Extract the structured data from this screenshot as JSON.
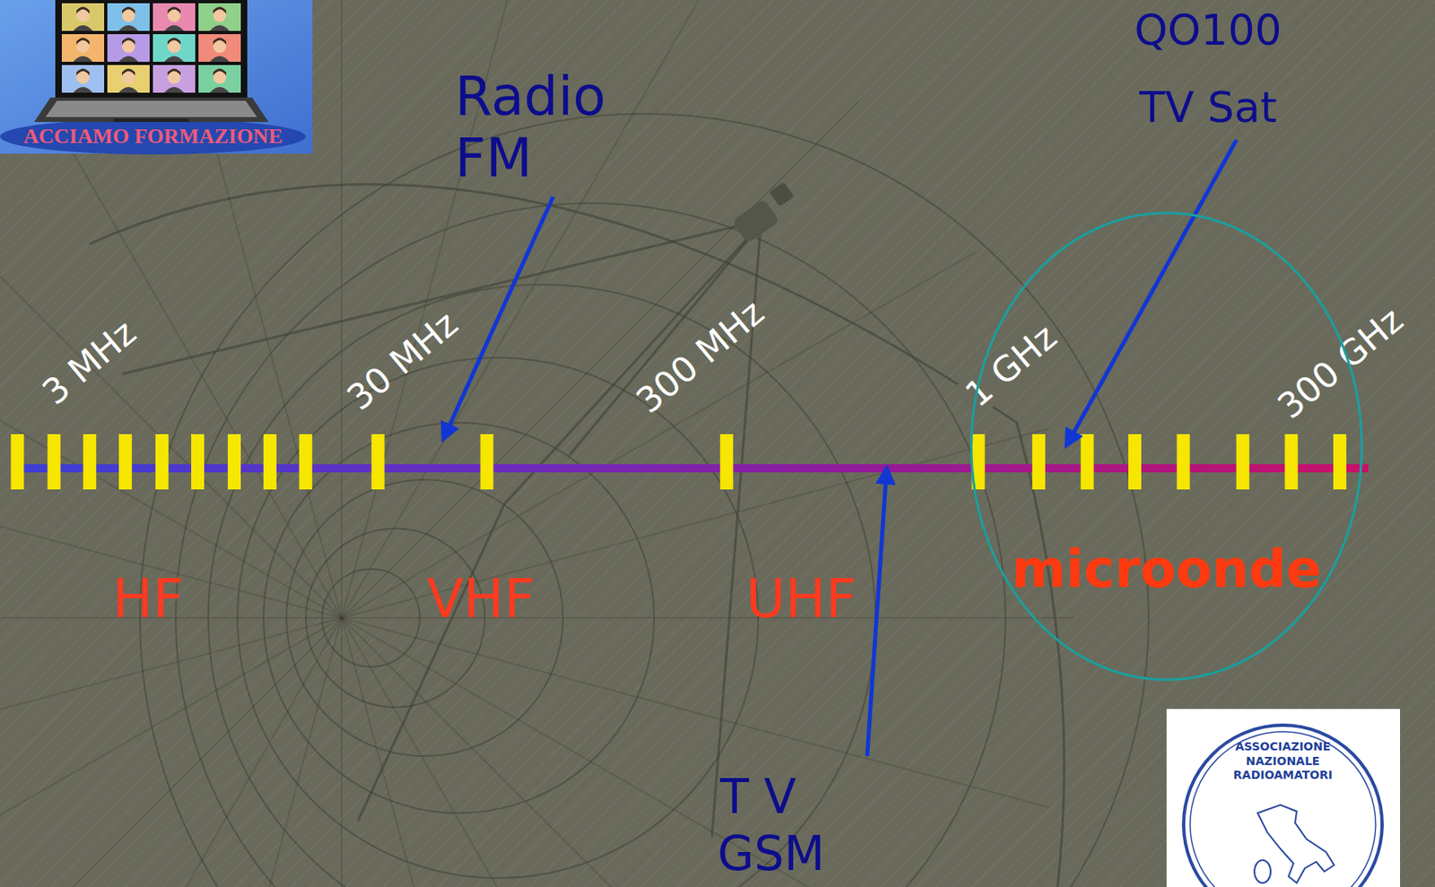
{
  "diagram": {
    "nodes": [
      {
        "text": [
          "microonde"
        ]
      },
      {
        "text": [
          "ASSOCIAZIONE NAZIONALE RADIOAMATORI"
        ]
      }
    ],
    "labels": [
      "ACCIAMO FORMAZIONE",
      "Radio FM",
      "QO100",
      "TV Sat",
      "3 MHz",
      "30 MHz",
      "300 MHz",
      "1 GHz",
      "300 GHz",
      "HF",
      "VHF",
      "UHF",
      "T V",
      "GSM"
    ]
  }
}
